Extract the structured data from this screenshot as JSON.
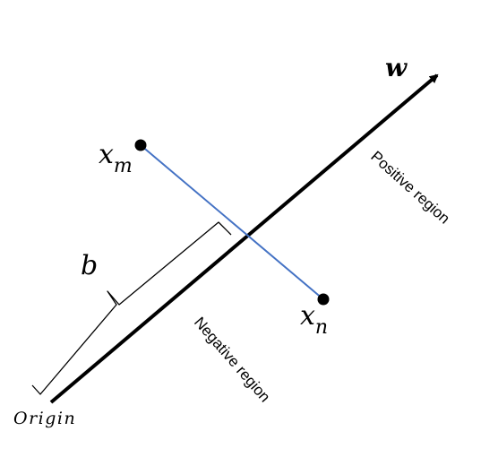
{
  "diagram": {
    "vector_label": "w",
    "point_m": {
      "base": "x",
      "subscript": "m"
    },
    "point_n": {
      "base": "x",
      "subscript": "n"
    },
    "bias_label": "b",
    "origin_label": "Origin",
    "positive_region_label": "Positive region",
    "negative_region_label": "Negative region",
    "colors": {
      "axis": "#000000",
      "segment": "#4472C4",
      "points": "#000000",
      "brace": "#000000"
    }
  }
}
